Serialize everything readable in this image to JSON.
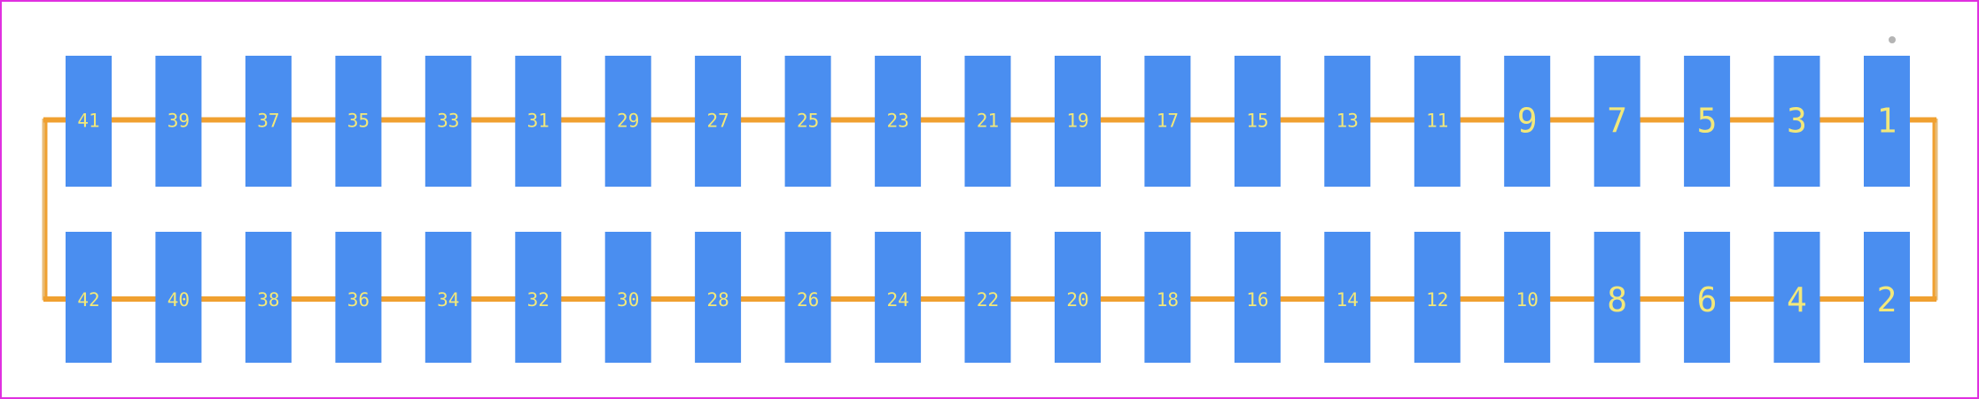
{
  "colors": {
    "border": "#e030e0",
    "background": "#ffffff",
    "pad": "#4a8ef0",
    "trace": "#f0a030",
    "outline": "#e8bc78",
    "label": "#f2e87a",
    "pin1_marker": "#b4b4b4"
  },
  "top_row": {
    "pads": [
      "41",
      "39",
      "37",
      "35",
      "33",
      "31",
      "29",
      "27",
      "25",
      "23",
      "21",
      "19",
      "17",
      "15",
      "13",
      "11",
      "9",
      "7",
      "5",
      "3",
      "1"
    ]
  },
  "bottom_row": {
    "pads": [
      "42",
      "40",
      "38",
      "36",
      "34",
      "32",
      "30",
      "28",
      "26",
      "24",
      "22",
      "20",
      "18",
      "16",
      "14",
      "12",
      "10",
      "8",
      "6",
      "4",
      "2"
    ]
  }
}
